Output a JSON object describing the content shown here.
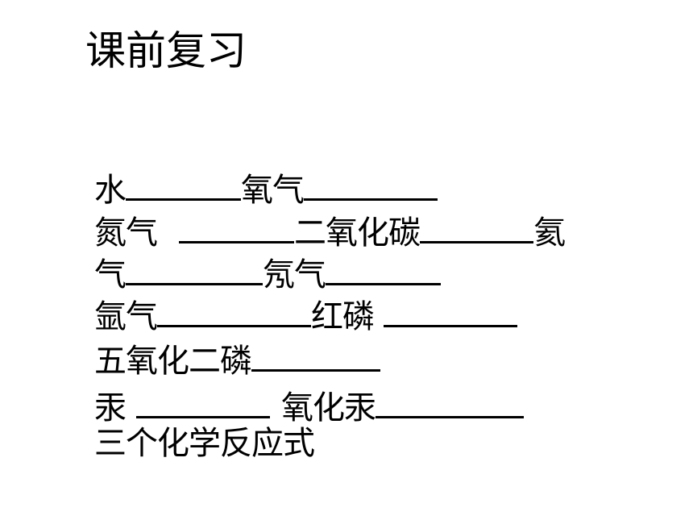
{
  "title": "课前复习",
  "lines": [
    [
      "水",
      "氧气"
    ],
    [
      "氮气",
      "二氧化碳",
      "氦"
    ],
    [
      "气",
      "氖气"
    ],
    [
      "氩气",
      "红磷"
    ],
    [
      "五氧化二磷"
    ],
    [
      "汞",
      "氧化汞"
    ],
    [
      "三个化学反应式"
    ]
  ]
}
